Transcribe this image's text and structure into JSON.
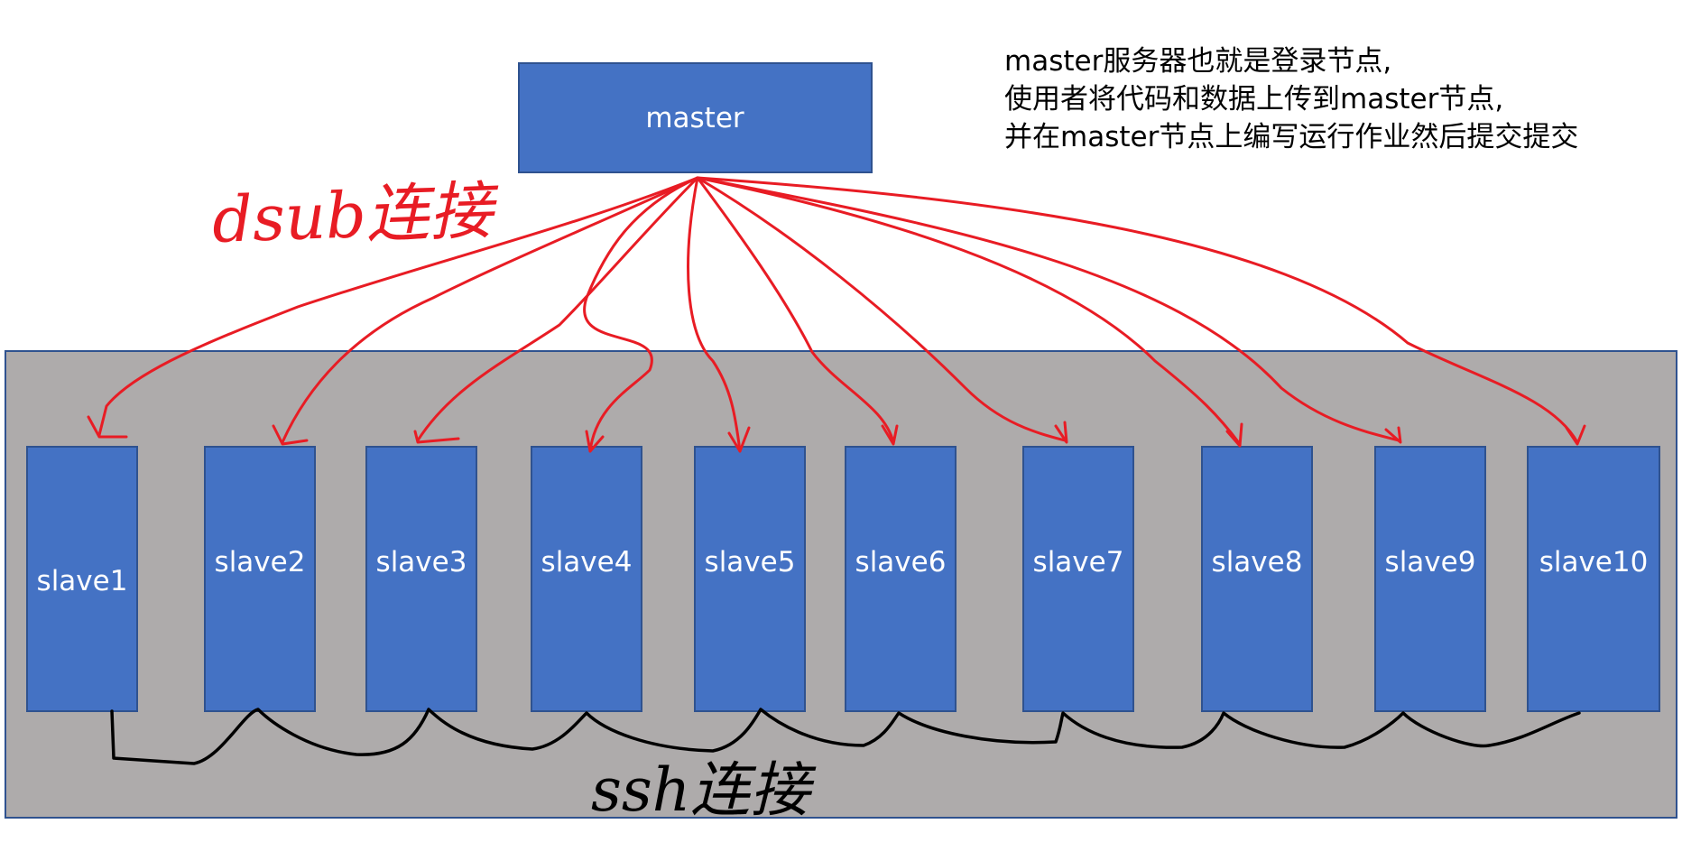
{
  "master": {
    "label": "master"
  },
  "slaves": [
    "slave1",
    "slave2",
    "slave3",
    "slave4",
    "slave5",
    "slave6",
    "slave7",
    "slave8",
    "slave9",
    "slave10"
  ],
  "note": {
    "lines": [
      "master服务器也就是登录节点,",
      "使用者将代码和数据上传到master节点,",
      "并在master节点上编写运行作业然后提交提交"
    ]
  },
  "annotations": {
    "dsub": "dsub连接",
    "ssh": "ssh连接"
  },
  "colors": {
    "node_fill": "#4472C4",
    "node_border": "#2F528F",
    "cluster_fill": "#AEABAB",
    "cluster_border": "#2F528F",
    "red_ink": "#E81C24",
    "black_ink": "#000000"
  }
}
